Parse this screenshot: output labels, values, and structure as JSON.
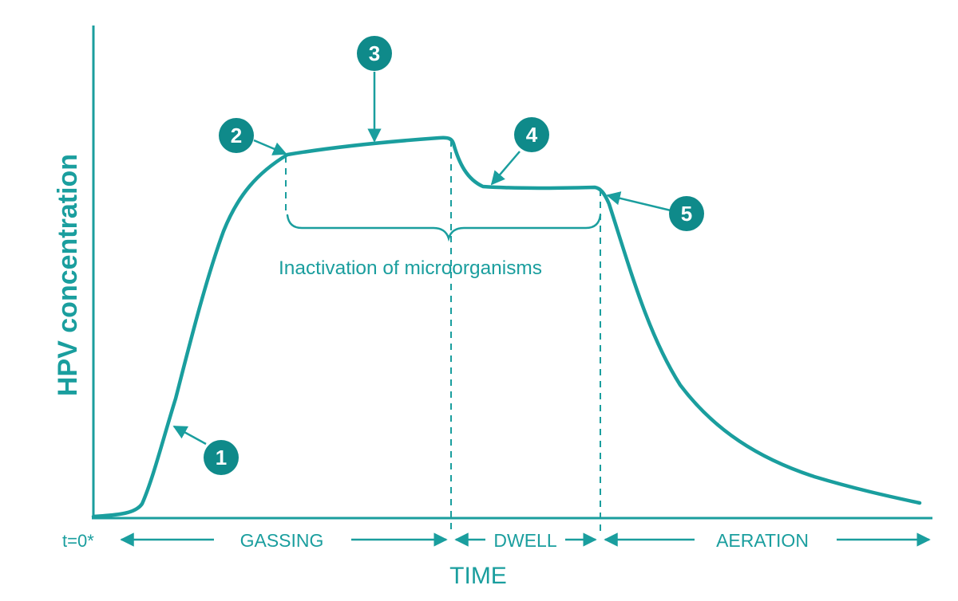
{
  "colors": {
    "accent": "#1a9e9e",
    "marker_fill": "#0f8a8a",
    "marker_text": "#ffffff",
    "background": "#ffffff"
  },
  "y_axis_label": "HPV concentration",
  "x_axis_label": "TIME",
  "origin_label": "t=0*",
  "bracket_label": "Inactivation of microorganisms",
  "phases": [
    {
      "label": "GASSING"
    },
    {
      "label": "DWELL"
    },
    {
      "label": "AERATION"
    }
  ],
  "markers": [
    {
      "number": "1"
    },
    {
      "number": "2"
    },
    {
      "number": "3"
    },
    {
      "number": "4"
    },
    {
      "number": "5"
    }
  ]
}
